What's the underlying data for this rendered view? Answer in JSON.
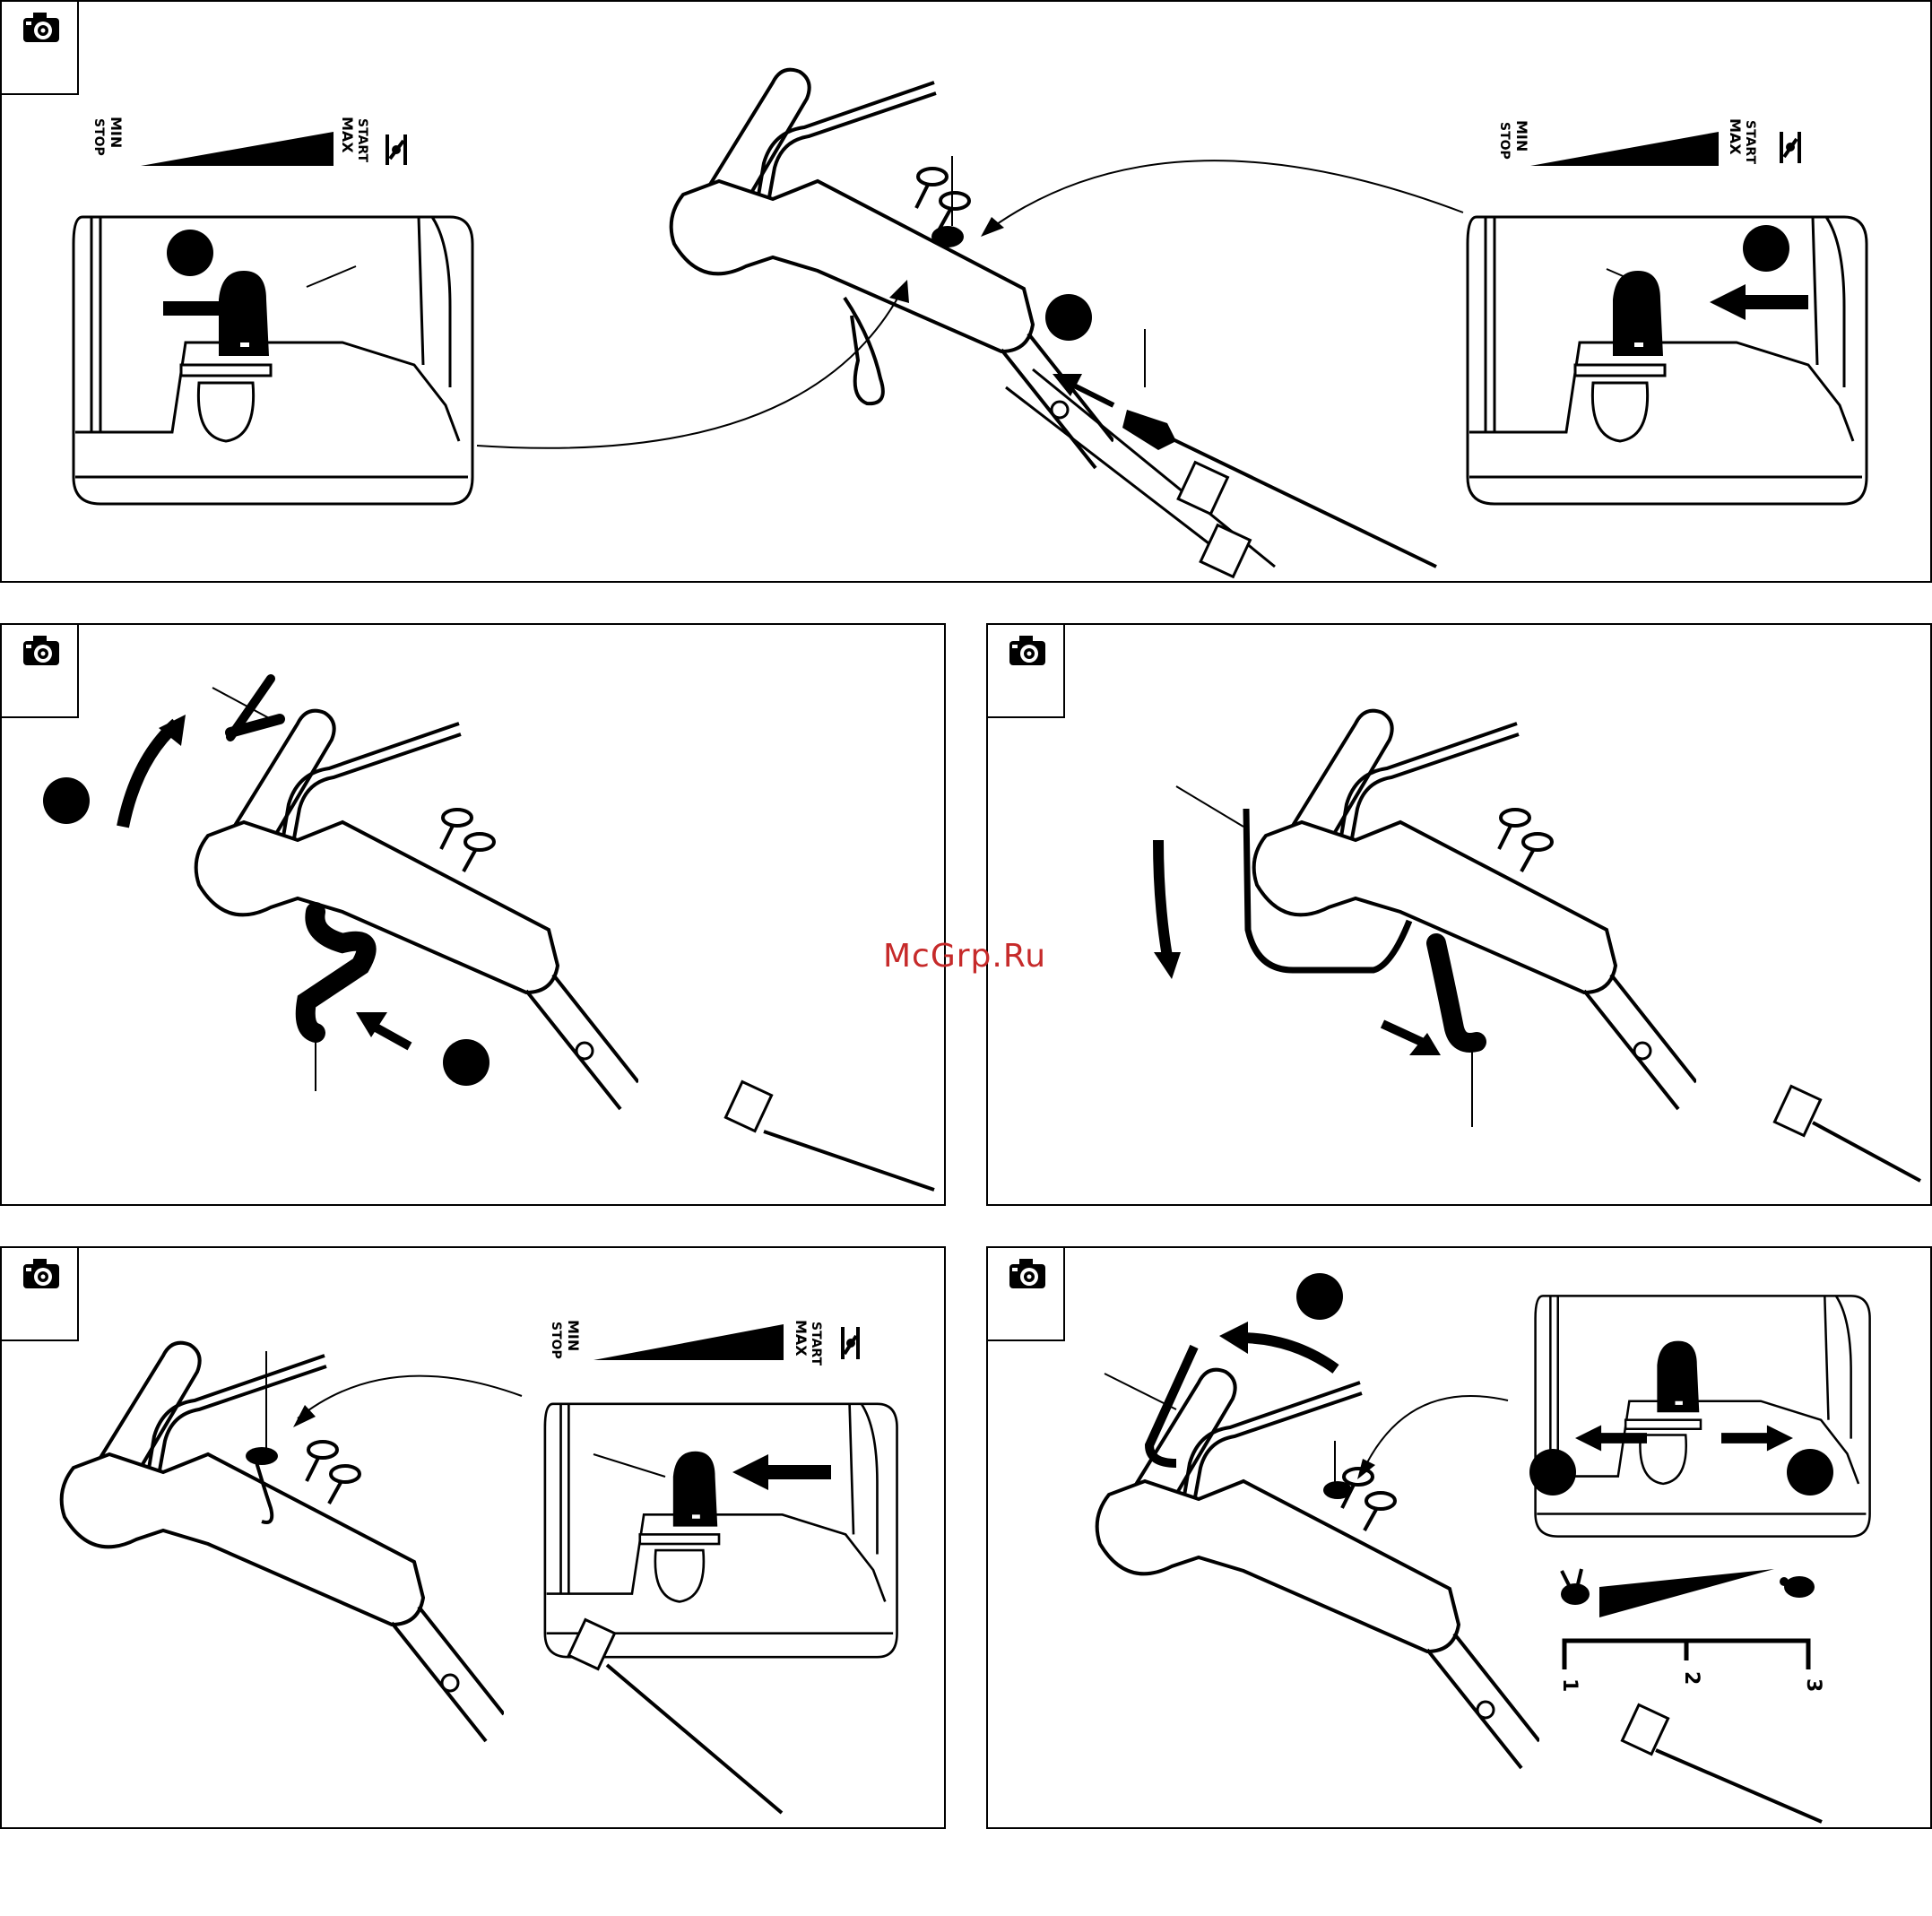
{
  "throttle": {
    "min": "MIN",
    "stop": "STOP",
    "start": "START",
    "max": "MAX"
  },
  "speed_scale": {
    "ticks": [
      "1",
      "2",
      "3"
    ]
  },
  "watermark": "McGrp.Ru",
  "icons": {
    "panel_icon": "camera-icon",
    "slow": "turtle-icon",
    "fast": "rabbit-icon",
    "choke": "choke-icon"
  },
  "colors": {
    "line": "#000000",
    "background": "#ffffff",
    "watermark": "#c62a2a"
  }
}
